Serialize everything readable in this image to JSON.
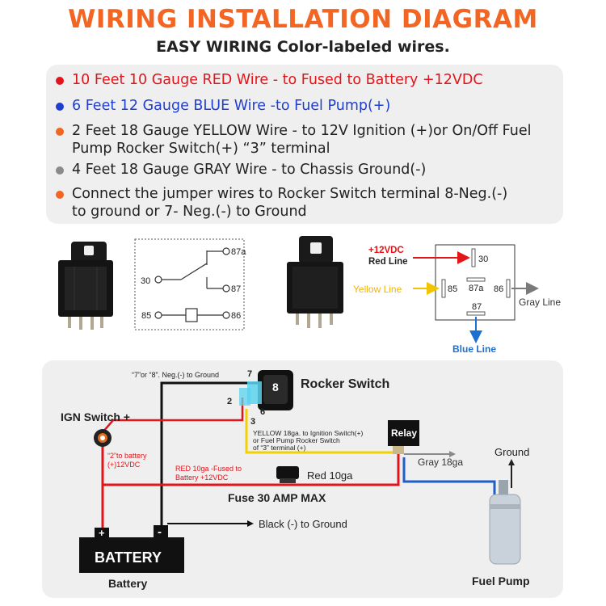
{
  "header": {
    "title": "WIRING INSTALLATION DIAGRAM",
    "subtitle": "EASY WIRING Color-labeled wires."
  },
  "colors": {
    "accent_orange": "#f26522",
    "red_wire": "#e3151a",
    "blue_wire": "#1f5fc8",
    "yellow_wire": "#f3d000",
    "gray_wire": "#8a8a8a",
    "black_wire": "#111111"
  },
  "wire_list": [
    {
      "bullet_color": "#e3151a",
      "text_color": "#e3151a",
      "line1": "10 Feet 10 Gauge RED Wire - to Fused to Battery +12VDC",
      "line2": ""
    },
    {
      "bullet_color": "#1f3fd0",
      "text_color": "#1f3fd0",
      "line1": "6 Feet 12 Gauge BLUE Wire -to Fuel Pump(+)",
      "line2": ""
    },
    {
      "bullet_color": "#f26522",
      "text_color": "#222222",
      "line1": "2 Feet 18 Gauge YELLOW Wire - to 12V Ignition (+)or On/Off Fuel",
      "line2": "Pump Rocker Switch(+) “3” terminal"
    },
    {
      "bullet_color": "#8a8a8a",
      "text_color": "#222222",
      "line1": "4 Feet 18 Gauge GRAY Wire - to Chassis Ground(-)",
      "line2": ""
    },
    {
      "bullet_color": "#f26522",
      "text_color": "#222222",
      "line1": "Connect the jumper wires to Rocker Switch terminal 8-Neg.(-)",
      "line2": "to ground or 7- Neg.(-) to Ground"
    }
  ],
  "schematic": {
    "pin_30": "30",
    "pin_87a": "87a",
    "pin_87": "87",
    "pin_85": "85",
    "pin_86": "86"
  },
  "pinout": {
    "label_12vdc": "+12VDC",
    "label_red_line": "Red Line",
    "label_yellow_line": "Yellow Line",
    "label_gray_line": "Gray Line",
    "label_blue_line": "Blue Line",
    "pin_30": "30",
    "pin_85": "85",
    "pin_87a": "87a",
    "pin_86": "86",
    "pin_87": "87"
  },
  "wiring": {
    "ground_note": "“7”or “8”. Neg.(-) to Ground",
    "rocker_switch": "Rocker Switch",
    "rocker_button": "8",
    "term_7": "7",
    "term_2": "2",
    "term_6": "6",
    "term_3": "3",
    "ign_switch": "IGN Switch +",
    "battery_note_1": "“2”to battery",
    "battery_note_2": "(+)12VDC",
    "yellow_note_1": "YELLOW 18ga. to Ignition Switch(+)",
    "yellow_note_2": "or Fuel Pump Rocker Switch",
    "yellow_note_3": "of “3” terminal (+)",
    "relay": "Relay",
    "ground": "Ground",
    "gray_18ga": "Gray 18ga",
    "red_note_1": "RED 10ga -Fused to",
    "red_note_2": "Battery +12VDC",
    "red_10ga": "Red 10ga",
    "fuse": "Fuse 30 AMP MAX",
    "black_ground": "Black (-) to Ground",
    "battery_plus": "+",
    "battery_minus": "-",
    "battery_box": "BATTERY",
    "battery_caption": "Battery",
    "fuel_pump": "Fuel Pump"
  }
}
